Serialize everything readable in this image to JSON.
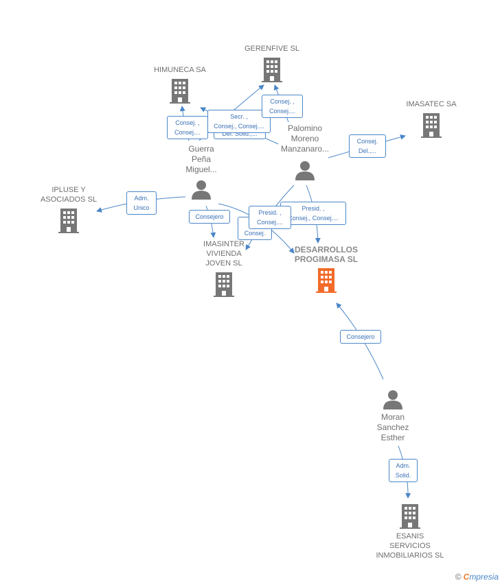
{
  "companies": {
    "gerenfive": {
      "label": "GERENFIVE SL",
      "color": "#777777"
    },
    "himuneca": {
      "label": "HIMUNECA SA",
      "color": "#777777"
    },
    "imasatec": {
      "label": "IMASATEC SA",
      "color": "#777777"
    },
    "ipluse": {
      "label": "IPLUSE Y\nASOCIADOS SL",
      "color": "#777777"
    },
    "imasinter": {
      "label": "IMASINTER\nVIVIENDA\nJOVEN SL",
      "color": "#777777"
    },
    "desarrollos": {
      "label": "DESARROLLOS\nPROGIMASA SL",
      "color": "#f26b2a"
    },
    "esanis": {
      "label": "ESANIS\nSERVICIOS\nINMOBILIARIOS SL",
      "color": "#777777"
    }
  },
  "persons": {
    "guerra": {
      "label": "Guerra\nPeña\nMiguel..."
    },
    "palomino": {
      "label": "Palomino\nMoreno\nManzanaro..."
    },
    "moran": {
      "label": "Moran\nSanchez\nEsther"
    }
  },
  "relations": {
    "r1": "Consej. ,\nConsej....",
    "r2": "Secr. ,\nConsej., Consej....",
    "r3": "Del. Solid.,...",
    "r4": "Consej. ,\nConsej....",
    "r5": "Consej.\nDel.,...",
    "r6": "Adm.\nUnico",
    "r7": "Consejero",
    "r8": "S...\nConsej.",
    "r9": "Presid. ,\nConsej....",
    "r10": "Presid. ,\nConsej., Consej....",
    "r11": "Consejero",
    "r12": "Adm.\nSolid."
  },
  "footer": {
    "copyright": "©",
    "brand_e": "C",
    "brand_rest": "mpresia"
  },
  "colors": {
    "line": "#4a86c8",
    "person": "#777777",
    "main_company": "#f26b2a"
  }
}
